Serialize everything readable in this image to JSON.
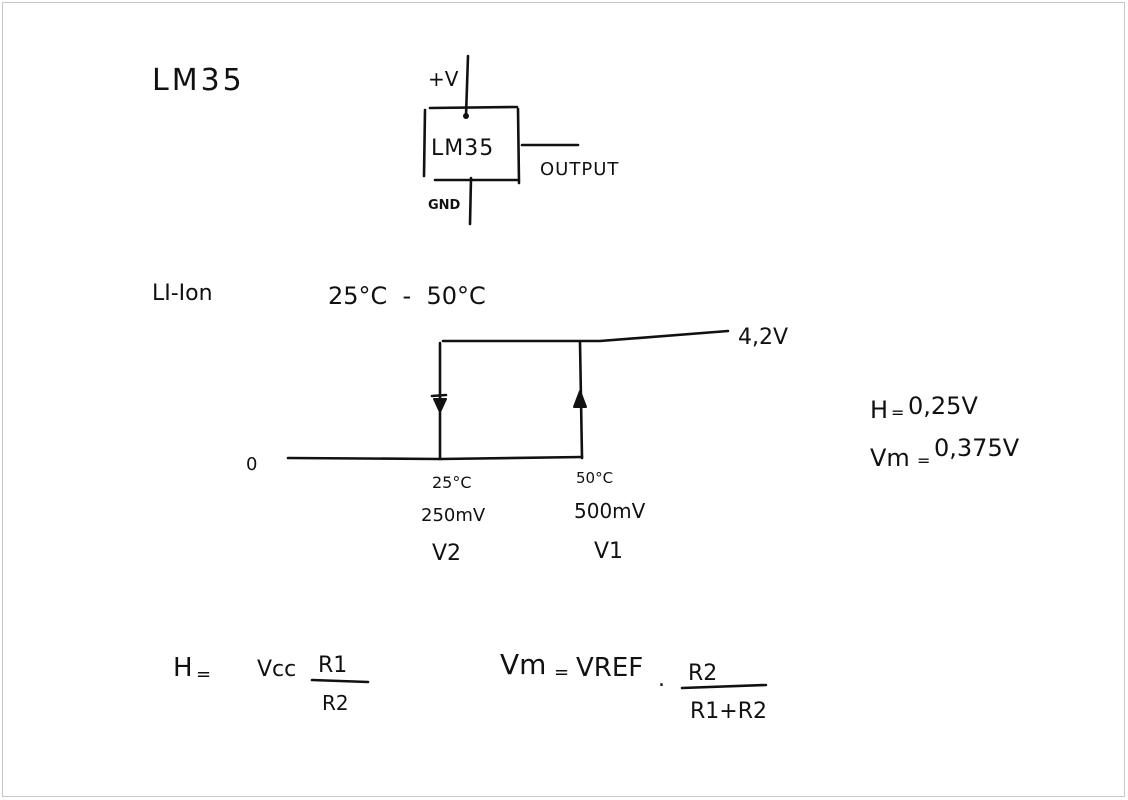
{
  "section1": {
    "title": "LM35",
    "chip_label": "LM35",
    "pin_supply": "+V",
    "pin_ground": "GND",
    "pin_output": "OUTPUT"
  },
  "section2": {
    "title": "LI-Ion",
    "temp_range": "25°C  -  50°C",
    "supply_label": "4,2V",
    "zero_label": "0",
    "low_point": {
      "temp": "25°C",
      "voltage": "250mV",
      "name": "V2"
    },
    "high_point": {
      "temp": "50°C",
      "voltage": "500mV",
      "name": "V1"
    }
  },
  "results": {
    "h_label": "H",
    "h_value": "0,25V",
    "vm_label": "Vm",
    "vm_value": "0,375V",
    "equals": "="
  },
  "formulas": {
    "h": {
      "lhs": "H",
      "eq": "=",
      "factor": "Vcc",
      "numerator": "R1",
      "denominator": "R2"
    },
    "vm": {
      "lhs": "Vm",
      "eq": "=",
      "factor": "VREF",
      "dot": ".",
      "numerator": "R2",
      "denominator": "R1+R2"
    }
  }
}
